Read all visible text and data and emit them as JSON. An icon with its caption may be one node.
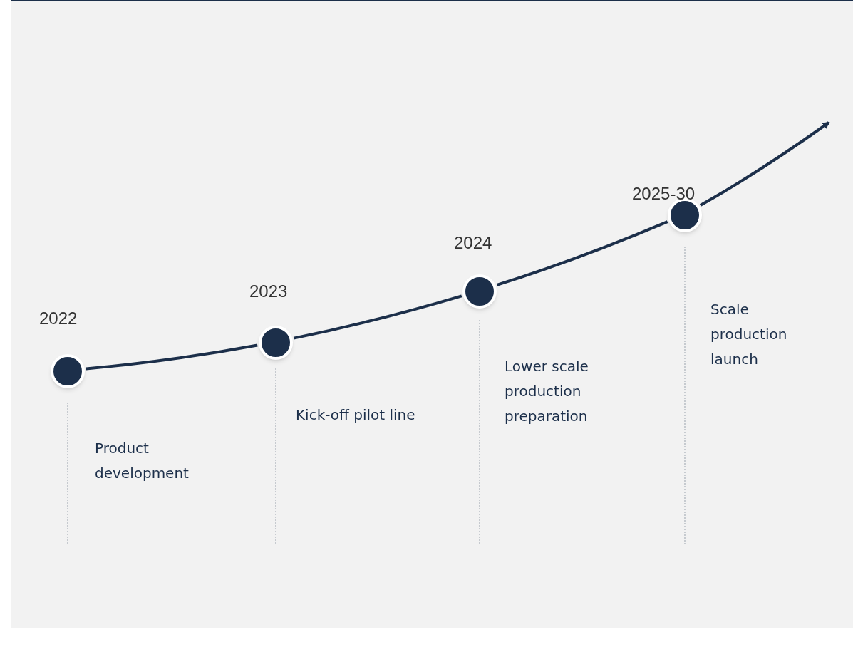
{
  "diagram": {
    "nodes": [
      {
        "text": [],
        "shape": "circle",
        "beside": [
          "2022"
        ]
      },
      {
        "text": [],
        "shape": "circle",
        "beside": [
          "2023"
        ]
      },
      {
        "text": [],
        "shape": "circle",
        "beside": [
          "2024"
        ]
      },
      {
        "text": [],
        "shape": "circle",
        "beside": [
          "2025-30"
        ]
      }
    ],
    "edges": [
      {
        "from": 0,
        "to": 1,
        "arrow": "none"
      },
      {
        "from": 1,
        "to": 2,
        "arrow": "none"
      },
      {
        "from": 2,
        "to": 3,
        "arrow": "none"
      },
      {
        "from": 3,
        "to": null,
        "arrow": "to"
      }
    ],
    "labels": [
      "Product development",
      "Kick-off pilot line",
      "Lower scale production preparation",
      "Scale production launch"
    ]
  }
}
